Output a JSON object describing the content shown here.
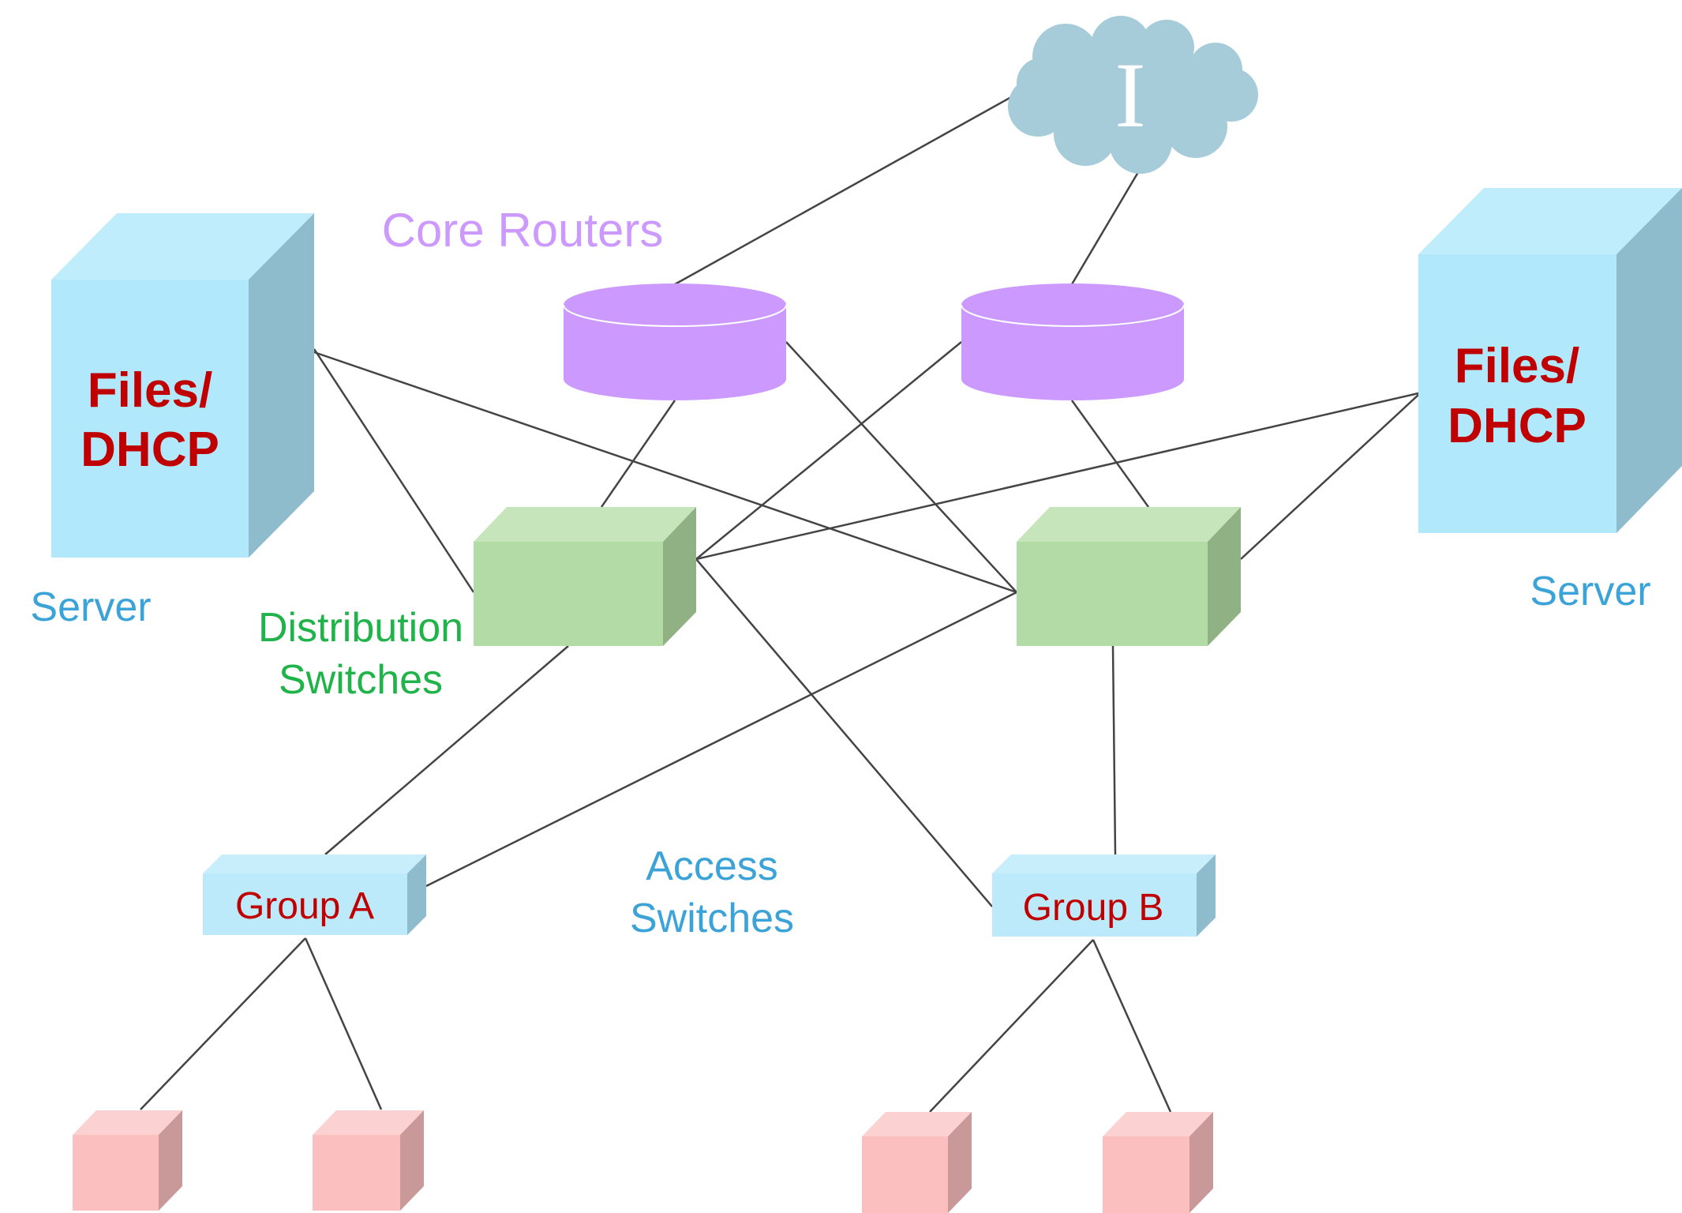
{
  "internet": {
    "label": "I"
  },
  "labels": {
    "core_routers": "Core Routers",
    "server_left": "Server",
    "server_right": "Server",
    "distribution_line1": "Distribution",
    "distribution_line2": "Switches",
    "access_line1": "Access",
    "access_line2": "Switches"
  },
  "servers": {
    "left": {
      "line1": "Files/",
      "line2": "DHCP"
    },
    "right": {
      "line1": "Files/",
      "line2": "DHCP"
    }
  },
  "access_switches": {
    "a": {
      "label": "Group A"
    },
    "b": {
      "label": "Group B"
    }
  },
  "colors": {
    "cloud": "#a6ccd9",
    "router": "#cc99ff",
    "distribution": "#b3dba5",
    "server": "#b9ecfb",
    "access": "#bdeafa",
    "host": "#fbbfc0",
    "server_text": "#c00000",
    "label_blue": "#3ba3d8",
    "label_purple": "#cc99ff",
    "label_green": "#1fb34a",
    "line": "#444444"
  }
}
